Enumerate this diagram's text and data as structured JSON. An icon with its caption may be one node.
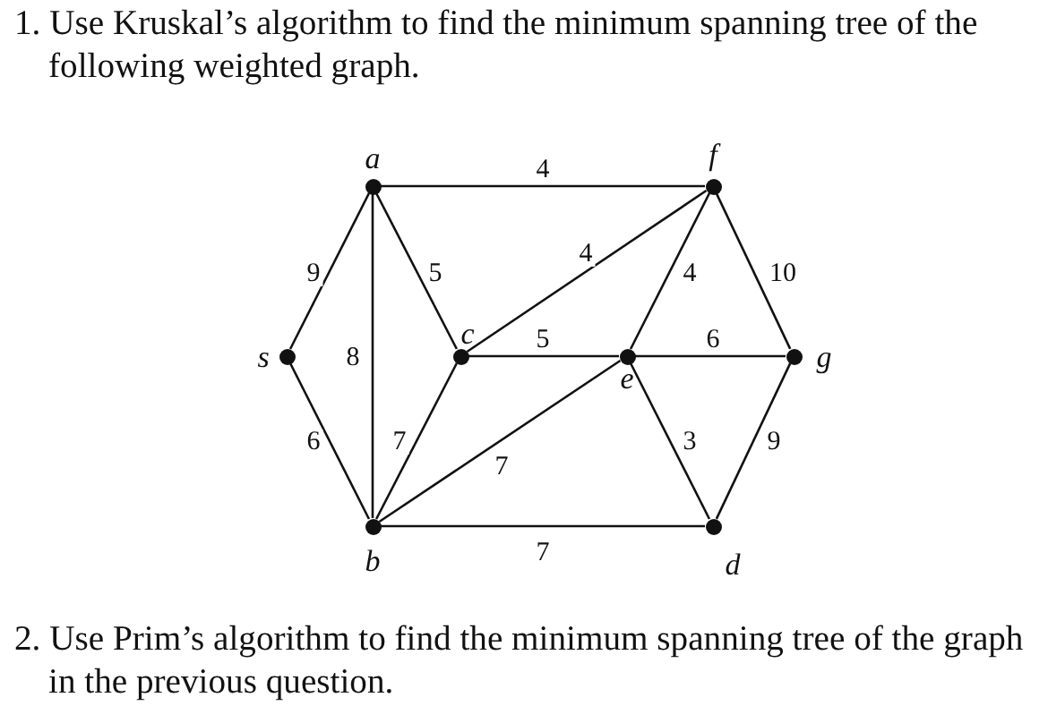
{
  "diagram": {
    "nodes": [
      {
        "text": [],
        "shape": "circle",
        "beside": [
          "a"
        ]
      },
      {
        "text": [],
        "shape": "circle",
        "beside": [
          "f"
        ]
      },
      {
        "text": [],
        "shape": "circle",
        "beside": [
          "s"
        ]
      },
      {
        "text": [],
        "shape": "circle",
        "beside": [
          "c"
        ]
      },
      {
        "text": [],
        "shape": "circle",
        "beside": [
          "e"
        ]
      },
      {
        "text": [],
        "shape": "circle",
        "beside": [
          "g"
        ]
      },
      {
        "text": [],
        "shape": "circle",
        "beside": [
          "b"
        ]
      },
      {
        "text": [],
        "shape": "circle",
        "beside": [
          "d"
        ]
      }
    ],
    "edges": [
      {
        "from": 0,
        "to": 1,
        "arrow": "none",
        "label": "4"
      },
      {
        "from": 0,
        "to": 2,
        "arrow": "none",
        "label": "9"
      },
      {
        "from": 0,
        "to": 6,
        "arrow": "none",
        "label": "8"
      },
      {
        "from": 0,
        "to": 3,
        "arrow": "none",
        "label": "5"
      },
      {
        "from": 3,
        "to": 1,
        "arrow": "none",
        "label": "4"
      },
      {
        "from": 1,
        "to": 4,
        "arrow": "none",
        "label": "4"
      },
      {
        "from": 1,
        "to": 5,
        "arrow": "none",
        "label": "10"
      },
      {
        "from": 3,
        "to": 4,
        "arrow": "none",
        "label": "5"
      },
      {
        "from": 4,
        "to": 5,
        "arrow": "none",
        "label": "6"
      },
      {
        "from": 2,
        "to": 6,
        "arrow": "none",
        "label": "6"
      },
      {
        "from": 3,
        "to": 6,
        "arrow": "none",
        "label": "7"
      },
      {
        "from": 4,
        "to": 6,
        "arrow": "none",
        "label": "7"
      },
      {
        "from": 4,
        "to": 7,
        "arrow": "none",
        "label": "3"
      },
      {
        "from": 5,
        "to": 7,
        "arrow": "none",
        "label": "9"
      },
      {
        "from": 6,
        "to": 7,
        "arrow": "none",
        "label": "7"
      }
    ],
    "labels": [
      "1. Use Kruskal’s algorithm to find the minimum spanning tree of the following weighted graph.",
      "2. Use Prim’s algorithm to find the minimum spanning tree of the graph in the previous question."
    ]
  }
}
